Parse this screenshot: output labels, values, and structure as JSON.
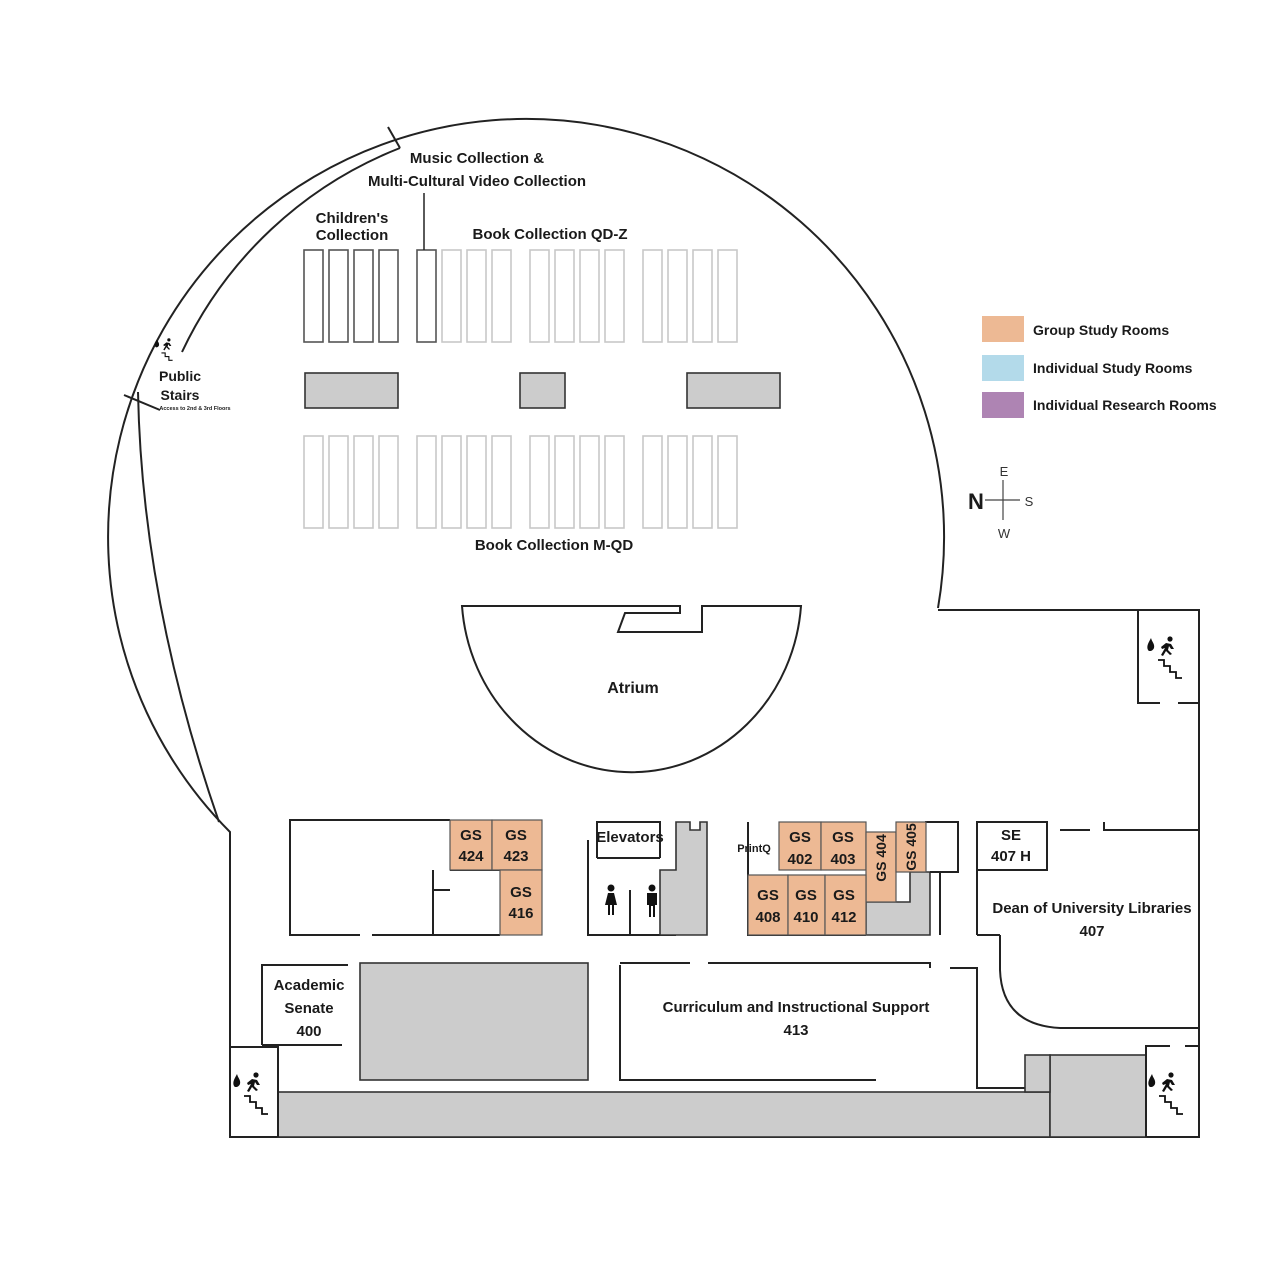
{
  "colors": {
    "group_study": "#EDB994",
    "individual_study": "#B3DAEA",
    "individual_research": "#AE84B3",
    "service_gray": "#CCCCCC",
    "wall": "#222222"
  },
  "legend": [
    {
      "label": "Group Study Rooms",
      "color": "#EDB994"
    },
    {
      "label": "Individual Study Rooms",
      "color": "#B3DAEA"
    },
    {
      "label": "Individual Research Rooms",
      "color": "#AE84B3"
    }
  ],
  "compass": {
    "n": "N",
    "e": "E",
    "s": "S",
    "w": "W"
  },
  "areas": {
    "music_line1": "Music Collection &",
    "music_line2": "Multi-Cultural Video Collection",
    "childrens_line1": "Children's",
    "childrens_line2": "Collection",
    "book_qdz": "Book Collection QD-Z",
    "book_mqd": "Book Collection M-QD",
    "public_stairs_line1": "Public",
    "public_stairs_line2": "Stairs",
    "public_stairs_note": "Access to 2nd & 3rd Floors",
    "atrium": "Atrium",
    "elevators": "Elevators",
    "printq": "PrintQ",
    "se_line1": "SE",
    "se_line2": "407 H",
    "dean_line1": "Dean of University Libraries",
    "dean_line2": "407",
    "senate_line1": "Academic",
    "senate_line2": "Senate",
    "senate_line3": "400",
    "curriculum_line1": "Curriculum and Instructional Support",
    "curriculum_line2": "413"
  },
  "rooms": {
    "gs424": {
      "a": "GS",
      "b": "424"
    },
    "gs423": {
      "a": "GS",
      "b": "423"
    },
    "gs416": {
      "a": "GS",
      "b": "416"
    },
    "gs402": {
      "a": "GS",
      "b": "402"
    },
    "gs403": {
      "a": "GS",
      "b": "403"
    },
    "gs404": {
      "a": "GS 404"
    },
    "gs405": {
      "a": "GS 405"
    },
    "gs408": {
      "a": "GS",
      "b": "408"
    },
    "gs410": {
      "a": "GS",
      "b": "410"
    },
    "gs412": {
      "a": "GS",
      "b": "412"
    }
  }
}
